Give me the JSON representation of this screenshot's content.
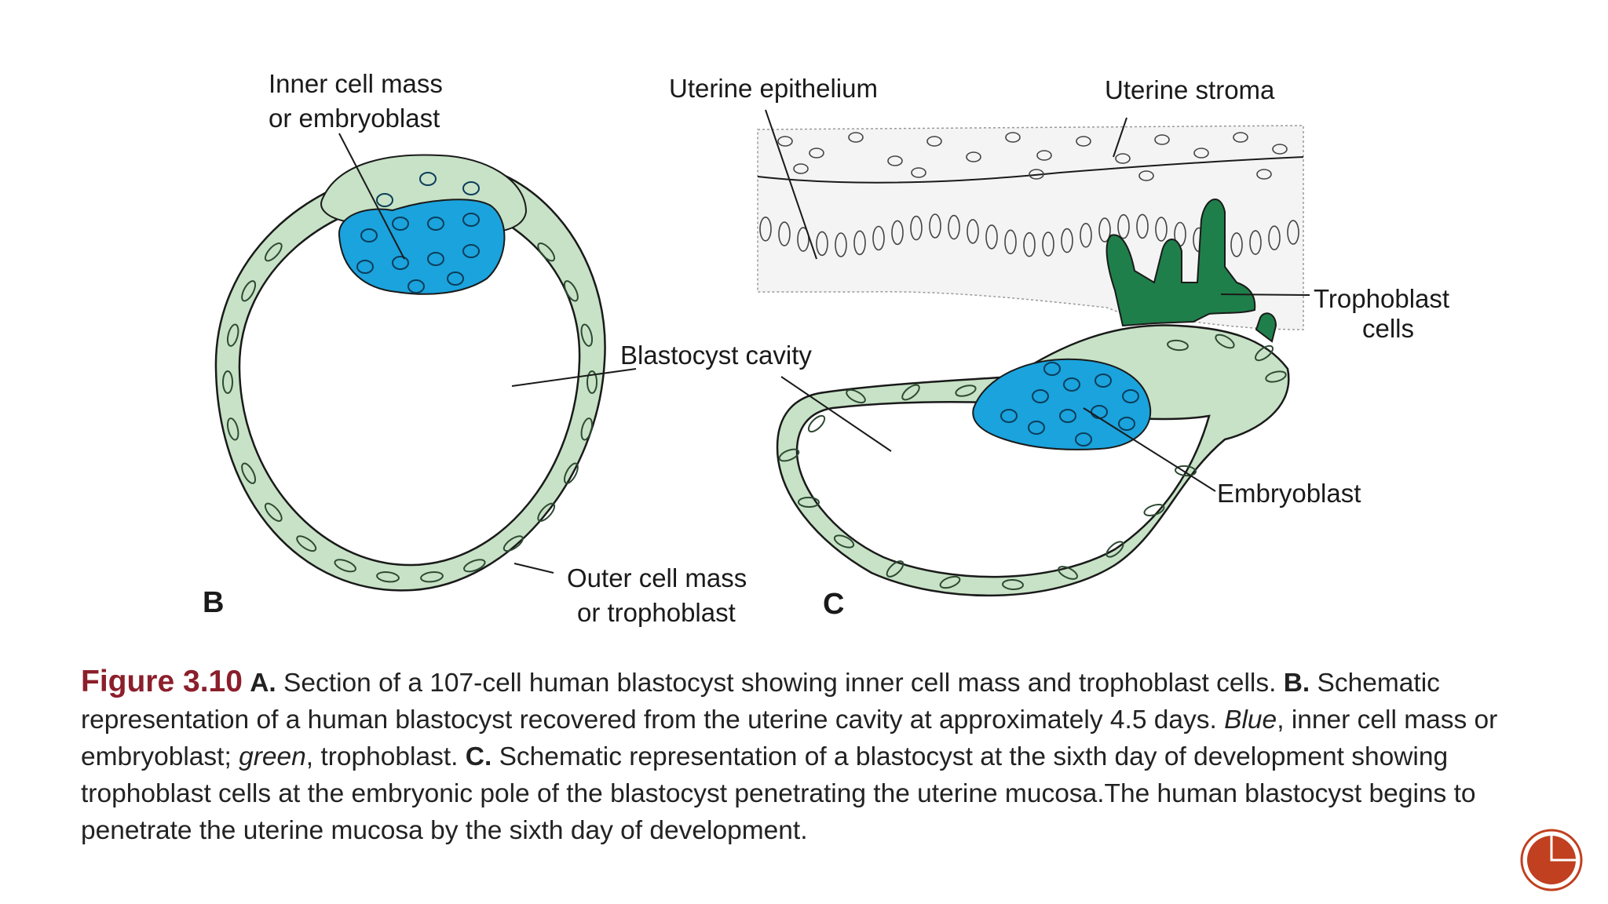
{
  "diagram": {
    "labels": {
      "inner_cell_mass_1": "Inner cell mass",
      "inner_cell_mass_2": "or embryoblast",
      "blastocyst_cavity": "Blastocyst cavity",
      "outer_cell_mass_1": "Outer cell mass",
      "outer_cell_mass_2": "or trophoblast",
      "uterine_epithelium": "Uterine epithelium",
      "uterine_stroma": "Uterine stroma",
      "trophoblast_cells_1": "Trophoblast",
      "trophoblast_cells_2": "cells",
      "embryoblast": "Embryoblast"
    },
    "panels": {
      "b": "B",
      "c": "C"
    },
    "colors": {
      "trophoblast": "#c7e2c6",
      "inner_cell_mass": "#1aa3dd",
      "invading_trophoblast": "#1f7f4a",
      "outline": "#1a1a1a",
      "figure_number": "#8b1f2b",
      "slide_button": "#c0401f"
    }
  },
  "caption": {
    "figure_number": "Figure 3.10",
    "part_a_label": "A.",
    "part_a_text": " Section of a 107-cell human blastocyst showing inner cell mass and trophoblast cells. ",
    "part_b_label": "B.",
    "part_b_text_1": " Schematic representation of a human blastocyst recovered from the uterine cavity at approximately 4.5 days. ",
    "blue_word": "Blue",
    "part_b_text_2": ", inner cell mass or embryoblast; ",
    "green_word": "green",
    "part_b_text_3": ", trophoblast. ",
    "part_c_label": "C.",
    "part_c_text": " Schematic representation of a blastocyst at the sixth day of development showing trophoblast cells at the embryonic pole of the blastocyst penetrating the uterine mucosa.The human blastocyst begins to penetrate the uterine mucosa by the sixth day of development."
  },
  "navigation": {
    "slide_button_icon": "slide-corner-icon"
  }
}
